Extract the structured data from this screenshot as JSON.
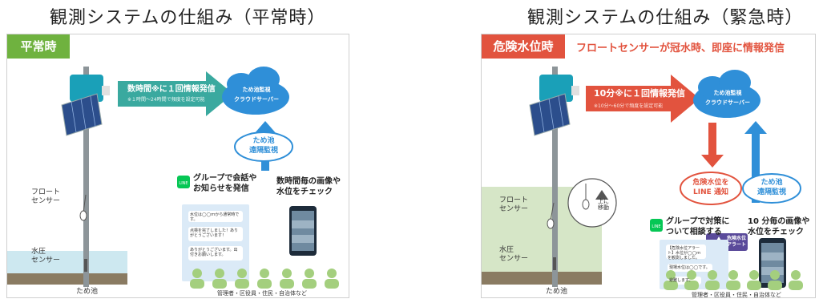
{
  "left": {
    "title": "観測システムの仕組み（平常時）",
    "badge": "平常時",
    "arrow_main": "数時間※に１回情報発信",
    "arrow_note": "※１時間〜24時間で頻度を設定可能",
    "cloud": [
      "ため池監視",
      "クラウドサーバー"
    ],
    "remote_label": [
      "ため池",
      "遠隔監視"
    ],
    "float_sensor": [
      "フロート",
      "センサー"
    ],
    "pressure_sensor": [
      "水圧",
      "センサー"
    ],
    "pond": "ため池",
    "line_note": [
      "グループで会話や",
      "お知らせを発信"
    ],
    "phone_note": [
      "数時間毎の画像や",
      "水位をチェック"
    ],
    "chat": [
      "水位は◯◯ｍから通常時です。",
      "点検を完了しました！ありがとうございます！",
      "ありがとうございます。出付きお願いします。"
    ],
    "people": "管理者・区役員・住民・自治体など"
  },
  "right": {
    "title": "観測システムの仕組み（緊急時）",
    "badge": "危険水位時",
    "headline": "フロートセンサーが冠水時、即座に情報発信",
    "arrow_main": "10分※に１回情報発信",
    "arrow_note": "※10分〜60分で頻度を設定可能",
    "cloud": [
      "ため池監視",
      "クラウドサーバー"
    ],
    "notify_label": [
      "危険水位を",
      "LINE 通知"
    ],
    "remote_label": [
      "ため池",
      "遠隔監視"
    ],
    "float_sensor": [
      "フロート",
      "センサー"
    ],
    "pressure_sensor": [
      "水圧",
      "センサー"
    ],
    "pond": "ため池",
    "move_note": [
      "上に",
      "移動"
    ],
    "line_note": [
      "グループで対策に",
      "ついて相談する"
    ],
    "alert": [
      "危険水位",
      "アラート"
    ],
    "phone_note": [
      "10 分毎の画像や",
      "水位をチェック"
    ],
    "chat": [
      "【危険水位アラート】水位が◯◯ｍを観測しました。",
      "現場水位は◯◯です。",
      "避難します。"
    ],
    "people": "管理者・区役員・住民・自治体など"
  },
  "colors": {
    "green": "#6fb23f",
    "red": "#e2533e",
    "blue": "#2f8fd8",
    "line_green": "#06c755",
    "water": "#cde8f0",
    "ground": "#8a7b62",
    "hill": "#d6e6c7",
    "chat_bg": "#dbeaf7"
  },
  "icons": [
    "solar-panel-icon",
    "cloud-icon",
    "line-logo-icon",
    "smartphone-icon",
    "person-icon",
    "warning-icon",
    "arrow-icon"
  ]
}
